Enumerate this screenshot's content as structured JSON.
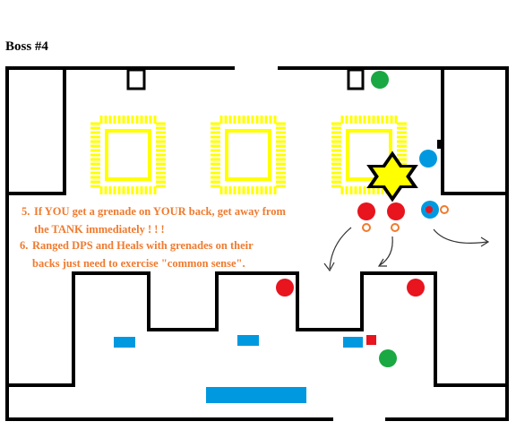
{
  "title": "Boss #4",
  "notes": [
    {
      "number": "5.",
      "line1": "If YOU get a grenade on YOUR back, get away from",
      "line2": "the TANK immediately ! ! !"
    },
    {
      "number": "6.",
      "line1": "Ranged DPS and Heals with grenades on their",
      "line2": "backs just need to exercise \"common sense\"."
    }
  ],
  "colors": {
    "walls": "#000000",
    "tables": "#ffff00",
    "text": "#f07a2e",
    "tank": "#0099e0",
    "player_red": "#e8141e",
    "healer_green": "#1aa842",
    "grenade": "#f07a2e",
    "boss_star": "#ffff00",
    "pad_blue": "#0099e0"
  }
}
